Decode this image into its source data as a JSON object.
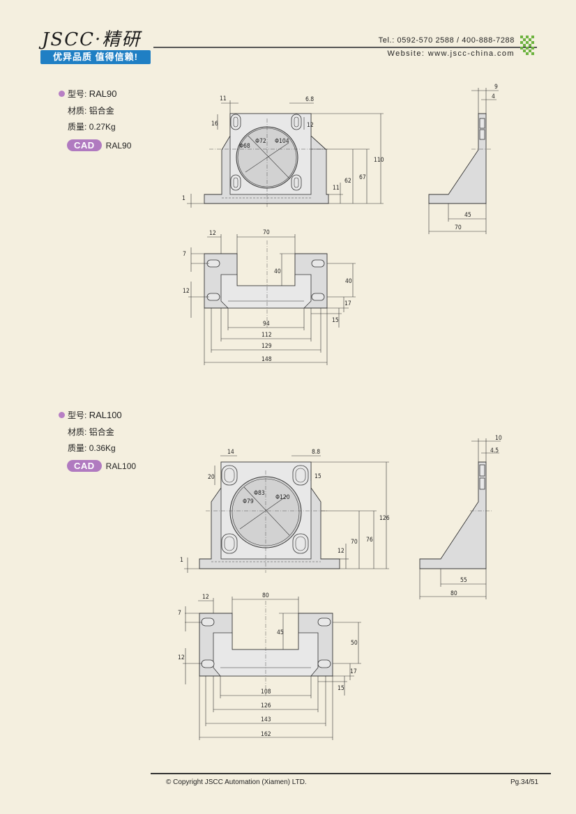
{
  "header": {
    "brand": "JSCC·精研",
    "slogan": "优异品质 值得信赖!",
    "tel": "Tel.: 0592-570 2588 / 400-888-7288",
    "website": "Website: www.jscc-china.com"
  },
  "products": [
    {
      "model_label": "型号:",
      "model": "RAL90",
      "material_label": "材质:",
      "material": "铝合金",
      "weight_label": "质量:",
      "weight": "0.27Kg",
      "cad_badge": "CAD",
      "cad_name": "RAL90",
      "front_dims": {
        "d1": "11",
        "d2": "6.8",
        "d3": "16",
        "d4": "12",
        "d5": "Φ72",
        "d6": "Φ104",
        "d7": "Φ68",
        "d8": "110",
        "d9": "67",
        "d10": "62",
        "d11": "11",
        "d12": "1"
      },
      "side_dims": {
        "d1": "9",
        "d2": "4",
        "d3": "45",
        "d4": "70"
      },
      "bottom_dims": {
        "d1": "12",
        "d2": "70",
        "d3": "7",
        "d4": "40",
        "d5": "40",
        "d6": "12",
        "d7": "17",
        "d8": "15",
        "d9": "94",
        "d10": "112",
        "d11": "129",
        "d12": "148"
      }
    },
    {
      "model_label": "型号:",
      "model": "RAL100",
      "material_label": "材质:",
      "material": "铝合金",
      "weight_label": "质量:",
      "weight": "0.36Kg",
      "cad_badge": "CAD",
      "cad_name": "RAL100",
      "front_dims": {
        "d1": "14",
        "d2": "8.8",
        "d3": "20",
        "d4": "15",
        "d5": "Φ83",
        "d6": "Φ120",
        "d7": "Φ79",
        "d8": "126",
        "d9": "76",
        "d10": "70",
        "d11": "12",
        "d12": "1"
      },
      "side_dims": {
        "d1": "10",
        "d2": "4.5",
        "d3": "55",
        "d4": "80"
      },
      "bottom_dims": {
        "d1": "12",
        "d2": "80",
        "d3": "7",
        "d4": "45",
        "d5": "50",
        "d6": "12",
        "d7": "17",
        "d8": "15",
        "d9": "108",
        "d10": "126",
        "d11": "143",
        "d12": "162"
      }
    }
  ],
  "footer": {
    "copyright": "© Copyright JSCC Automation (Xiamen) LTD.",
    "page": "Pg.34/51"
  }
}
